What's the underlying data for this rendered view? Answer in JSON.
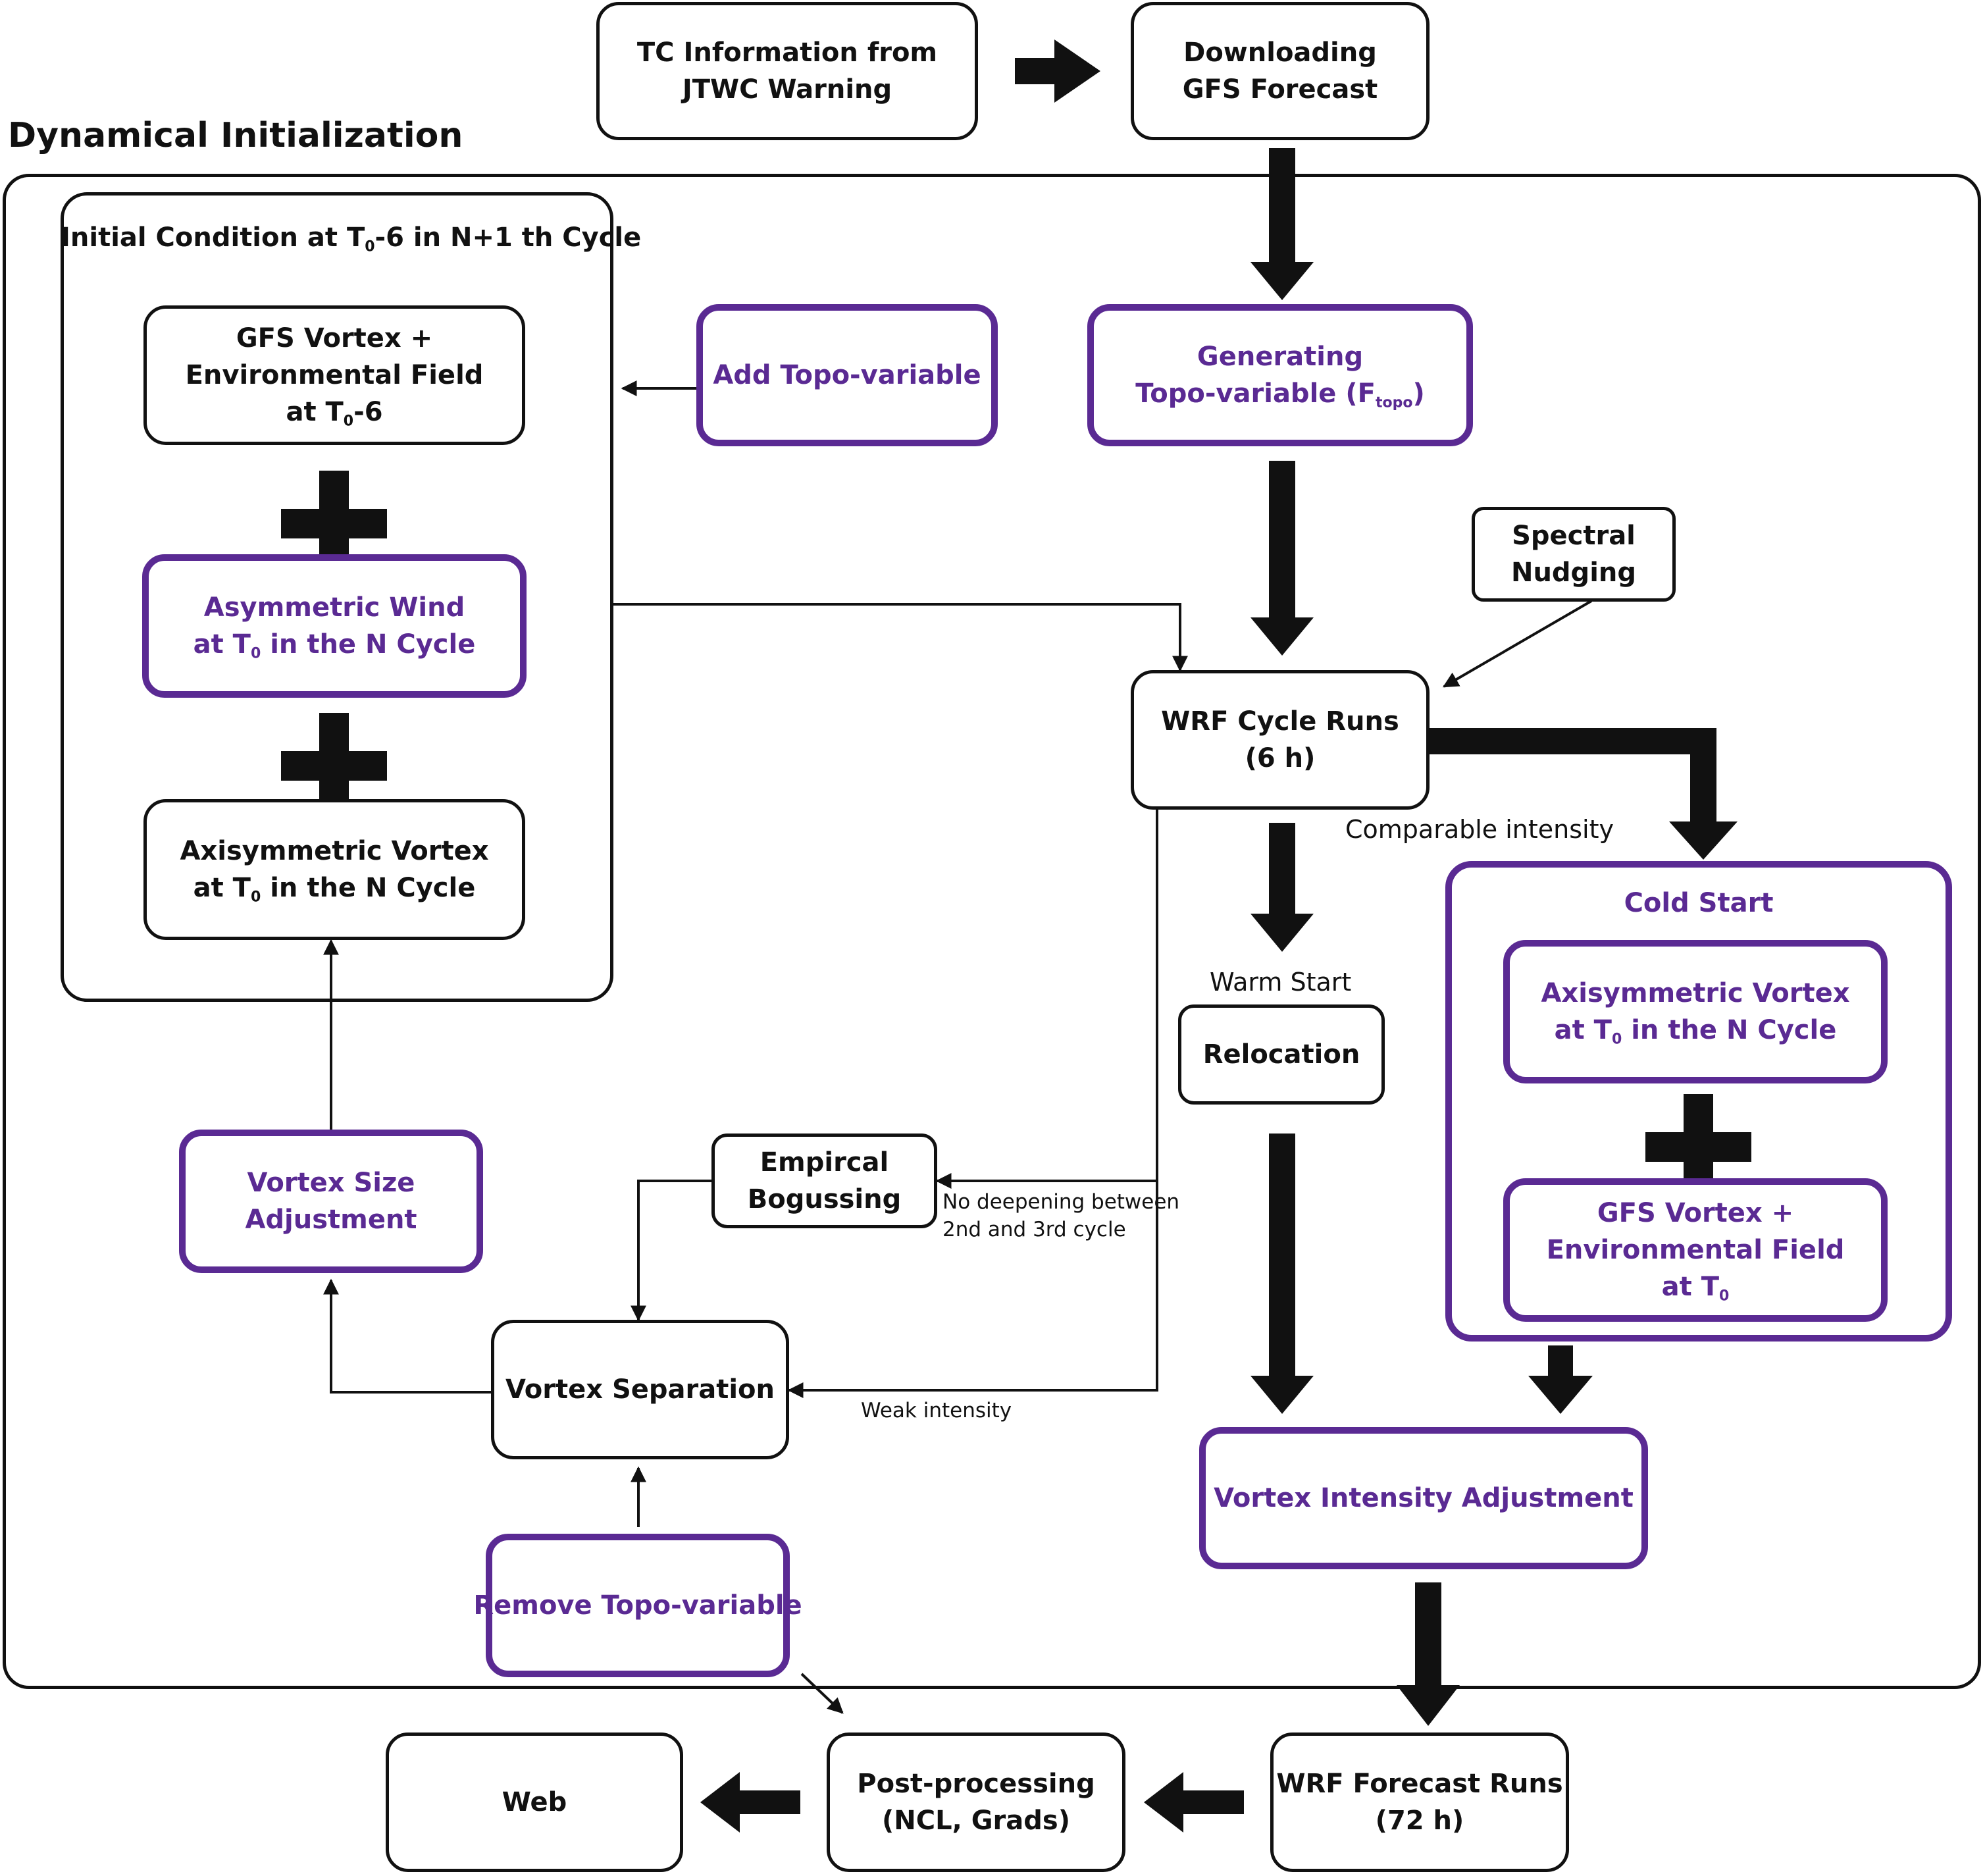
{
  "title": "Dynamical Initialization",
  "colors": {
    "ink": "#111111",
    "purple": "#5a2a93"
  },
  "nodes": {
    "tc_info": {
      "lines": [
        "TC Information from",
        "JTWC Warning"
      ]
    },
    "downloading": {
      "lines": [
        "Downloading",
        "GFS Forecast"
      ]
    },
    "initial_condition": {
      "lines": [
        "Initial Condition at T",
        "0",
        "-6 in N+1 th Cycle"
      ]
    },
    "gfs_vortex_env": {
      "lines": [
        "GFS Vortex +",
        "Environmental Field",
        "at T",
        "0",
        "-6"
      ]
    },
    "asymmetric_wind": {
      "lines": [
        "Asymmetric Wind",
        "at T",
        "0",
        " in the N Cycle"
      ]
    },
    "axisymmetric_vortex": {
      "lines": [
        "Axisymmetric Vortex",
        "at T",
        "0",
        " in the N Cycle"
      ]
    },
    "add_topo": {
      "lines": [
        "Add Topo-variable"
      ]
    },
    "generating_topo": {
      "lines": [
        "Generating",
        "Topo-variable (F",
        "topo",
        ")"
      ]
    },
    "spectral_nudging": {
      "lines": [
        "Spectral",
        "Nudging"
      ]
    },
    "wrf_cycle": {
      "lines": [
        "WRF Cycle Runs",
        "(6 h)"
      ]
    },
    "cold_start": {
      "lines": [
        "Cold Start"
      ]
    },
    "cold_axisymmetric": {
      "lines": [
        "Axisymmetric Vortex",
        "at T",
        "0",
        " in the N Cycle"
      ]
    },
    "cold_gfs": {
      "lines": [
        "GFS Vortex +",
        "Environmental Field",
        "at T",
        "0"
      ]
    },
    "relocation": {
      "lines": [
        "Relocation"
      ]
    },
    "empirical_bogussing": {
      "lines": [
        "Empircal",
        "Bogussing"
      ]
    },
    "vortex_size": {
      "lines": [
        "Vortex Size",
        "Adjustment"
      ]
    },
    "vortex_separation": {
      "lines": [
        "Vortex Separation"
      ]
    },
    "remove_topo": {
      "lines": [
        "Remove Topo-variable"
      ]
    },
    "vortex_intensity": {
      "lines": [
        "Vortex Intensity Adjustment"
      ]
    },
    "wrf_forecast": {
      "lines": [
        "WRF Forecast Runs",
        "(72 h)"
      ]
    },
    "post_processing": {
      "lines": [
        "Post-processing",
        "(NCL, Grads)"
      ]
    },
    "web": {
      "lines": [
        "Web"
      ]
    }
  },
  "edge_labels": {
    "warm_start": "Warm Start",
    "comparable_intensity": "Comparable intensity",
    "no_deepening": [
      "No deepening between",
      "2nd and 3rd cycle"
    ],
    "weak_intensity": "Weak intensity"
  }
}
